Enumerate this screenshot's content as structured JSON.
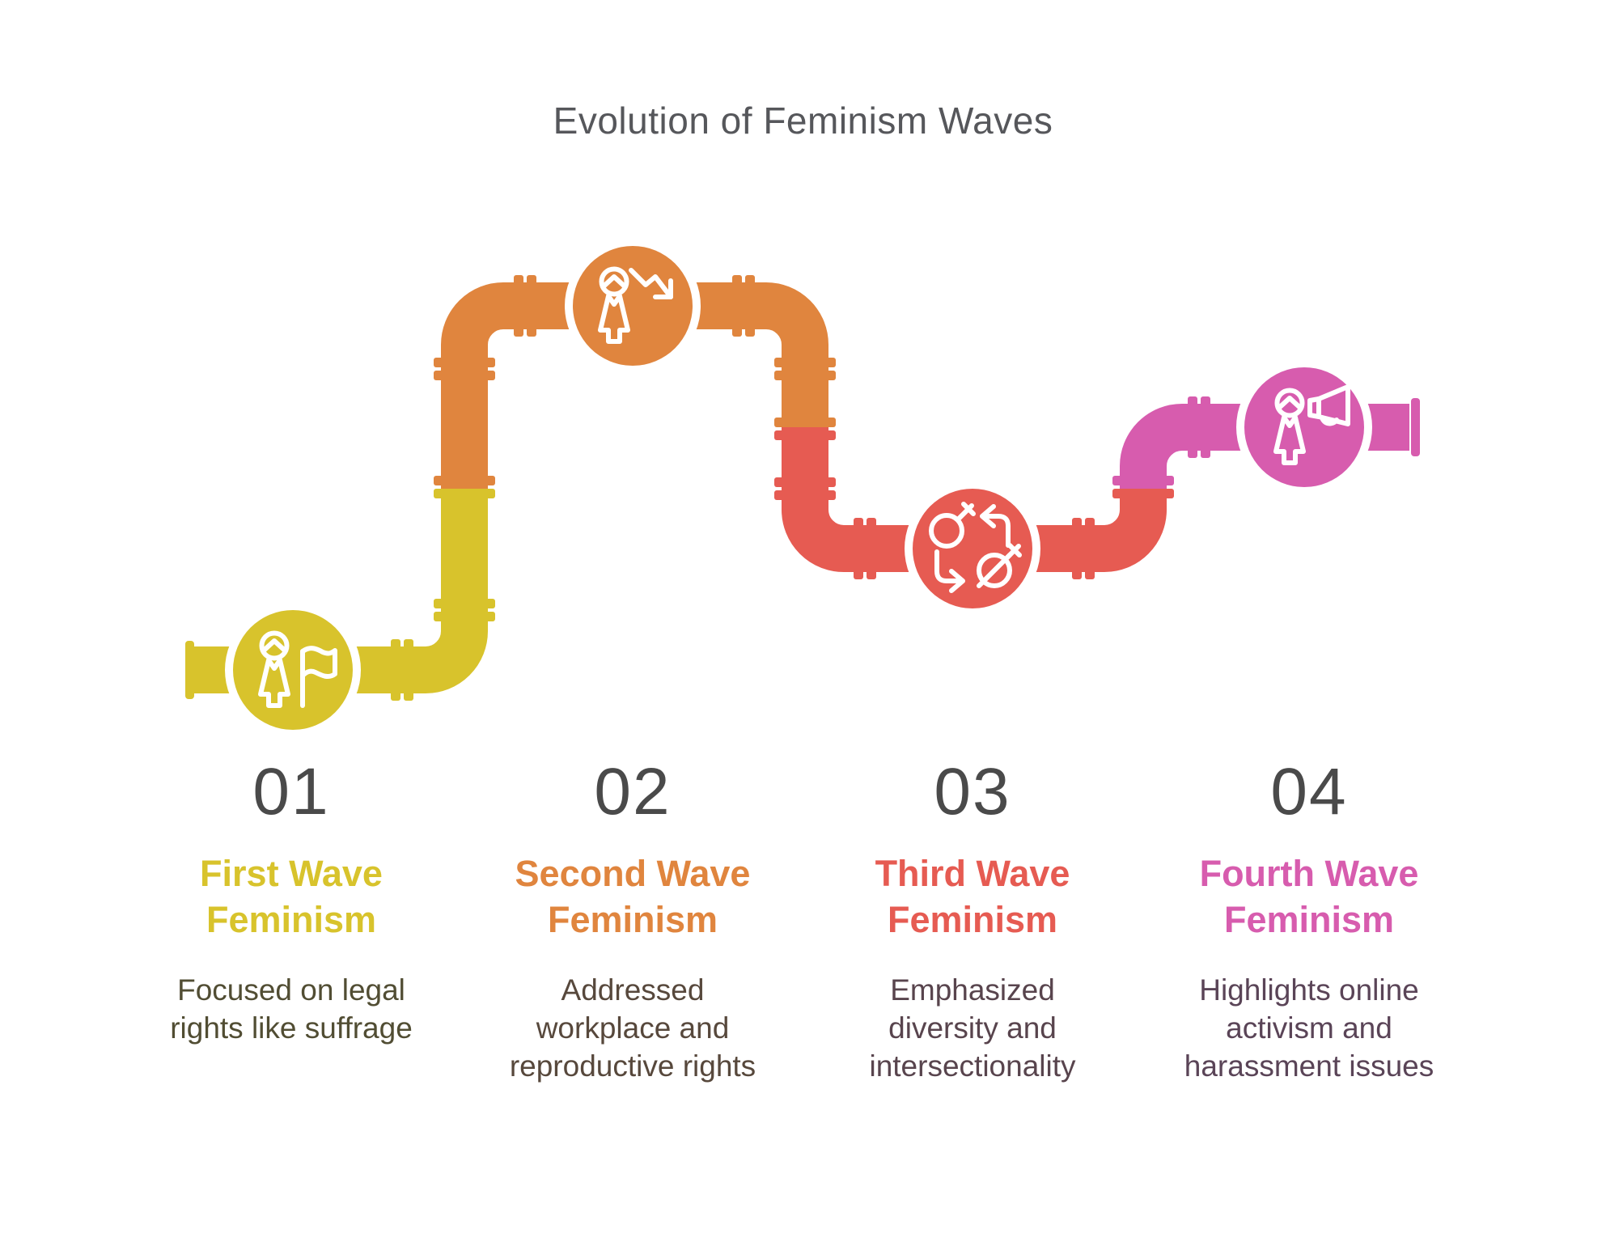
{
  "header": {
    "title": "Evolution of Feminism Waves"
  },
  "palette": {
    "wave1_yellow": "#d8c32c",
    "wave2_orange": "#e0853e",
    "wave3_red": "#e65b52",
    "wave4_pink": "#d75cae",
    "number_gray": "#4a4a4a",
    "header_gray": "#56575b",
    "background": "#ffffff",
    "icon_stroke": "#ffffff"
  },
  "stages": [
    {
      "number": "01",
      "title_line1": "First Wave",
      "title_line2": "Feminism",
      "description": "Focused on legal rights like suffrage",
      "description_lines": [
        "Focused on legal",
        "rights like suffrage"
      ],
      "color": "#d8c32c",
      "description_color": "#514d33",
      "icon": "woman-with-flag-icon"
    },
    {
      "number": "02",
      "title_line1": "Second Wave",
      "title_line2": "Feminism",
      "description": "Addressed workplace and reproductive rights",
      "description_lines": [
        "Addressed",
        "workplace and",
        "reproductive rights"
      ],
      "color": "#e0853e",
      "description_color": "#57483c",
      "icon": "woman-declining-arrow-icon"
    },
    {
      "number": "03",
      "title_line1": "Third Wave",
      "title_line2": "Feminism",
      "description": "Emphasized diversity and intersectionality",
      "description_lines": [
        "Emphasized",
        "diversity and",
        "intersectionality"
      ],
      "color": "#e65b52",
      "description_color": "#58444d",
      "icon": "gender-diversity-icon"
    },
    {
      "number": "04",
      "title_line1": "Fourth Wave",
      "title_line2": "Feminism",
      "description": "Highlights online activism and harassment issues",
      "description_lines": [
        "Highlights online",
        "activism and",
        "harassment issues"
      ],
      "color": "#d75cae",
      "description_color": "#5a4457",
      "icon": "woman-megaphone-icon"
    }
  ]
}
